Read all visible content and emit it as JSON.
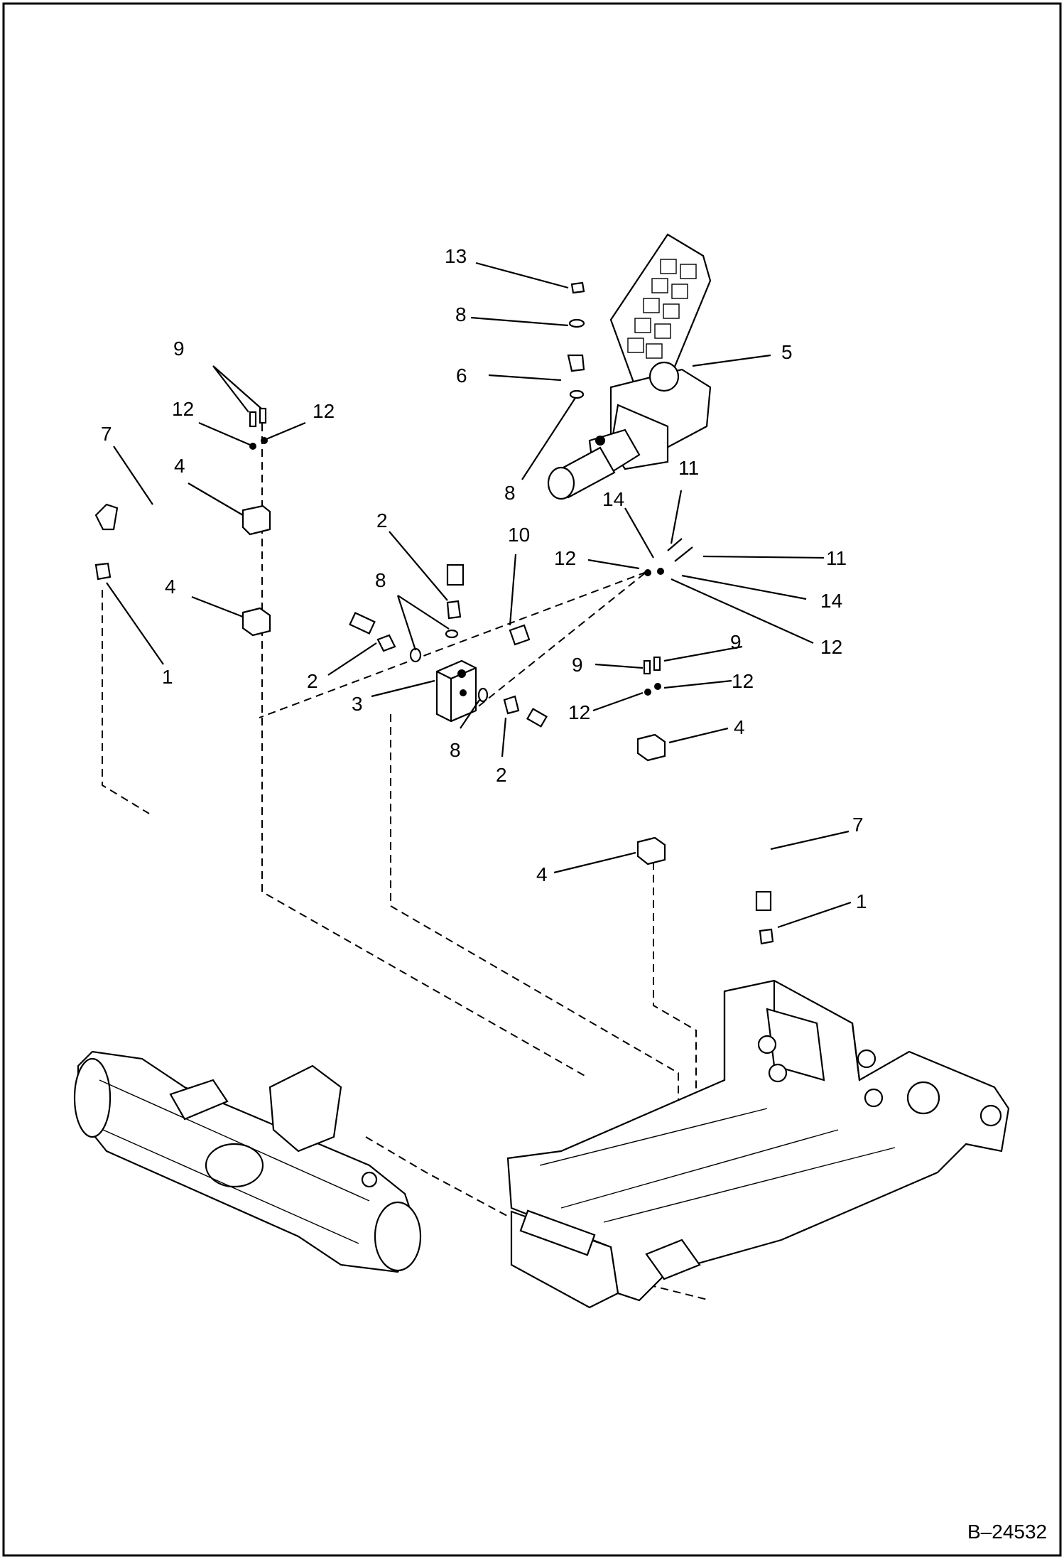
{
  "document_number": "B–24532",
  "callouts": {
    "c1a": "1",
    "c1b": "1",
    "c2a": "2",
    "c2b": "2",
    "c2c": "2",
    "c3": "3",
    "c4a": "4",
    "c4b": "4",
    "c4c": "4",
    "c4d": "4",
    "c5": "5",
    "c6": "6",
    "c7a": "7",
    "c7b": "7",
    "c8a": "8",
    "c8b": "8",
    "c8c": "8",
    "c8d": "8",
    "c9a": "9",
    "c9b": "9",
    "c9c": "9",
    "c10": "10",
    "c11a": "11",
    "c11b": "11",
    "c12a": "12",
    "c12b": "12",
    "c12c": "12",
    "c12d": "12",
    "c12e": "12",
    "c12f": "12",
    "c13": "13",
    "c14a": "14",
    "c14b": "14"
  }
}
